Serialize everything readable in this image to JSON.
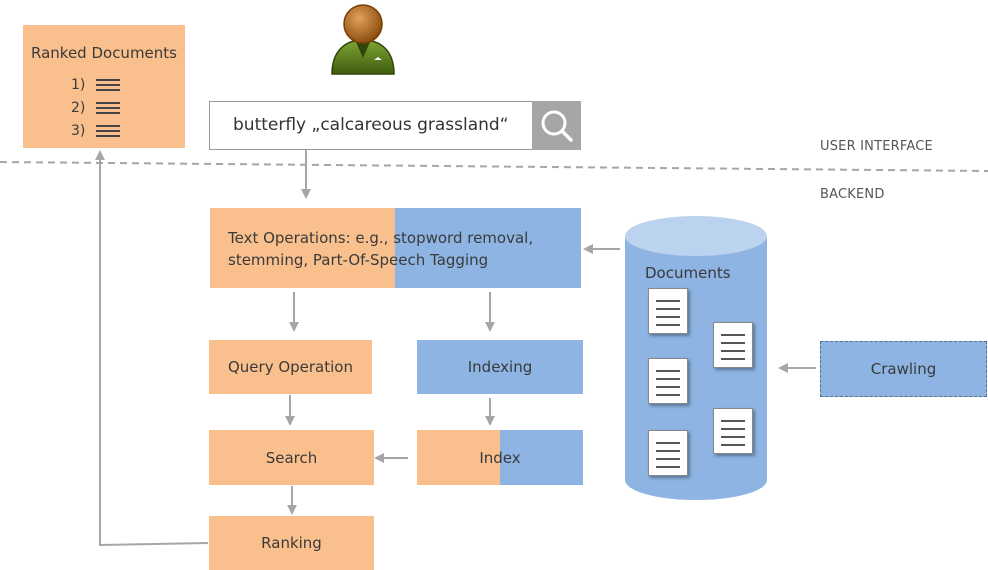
{
  "ranked": {
    "title": "Ranked Documents",
    "items": [
      "1)",
      "2)",
      "3)"
    ]
  },
  "search": {
    "query": "butterfly „calcareous grassland“"
  },
  "layers": {
    "user_interface": "USER INTERFACE",
    "backend": "BACKEND"
  },
  "text_operations": {
    "line1": "Text Operations: e.g., stopword removal,",
    "line2": "stemming, Part-Of-Speech Tagging"
  },
  "documents": {
    "label": "Documents"
  },
  "nodes": {
    "query_operation": "Query Operation",
    "indexing": "Indexing",
    "search": "Search",
    "index": "Index",
    "ranking": "Ranking",
    "crawling": "Crawling"
  },
  "colors": {
    "orange": "#f9c08e",
    "blue": "#8db4e3",
    "cylinder": "#8db4e3",
    "cylinder_top": "#bcd3ef",
    "arrow": "#a6a6a6",
    "user_icon_body": "#5a7d1a",
    "user_icon_head": "#b06a1c"
  },
  "icons": [
    "user-icon",
    "magnifier-icon",
    "document-icon",
    "list-icon"
  ]
}
